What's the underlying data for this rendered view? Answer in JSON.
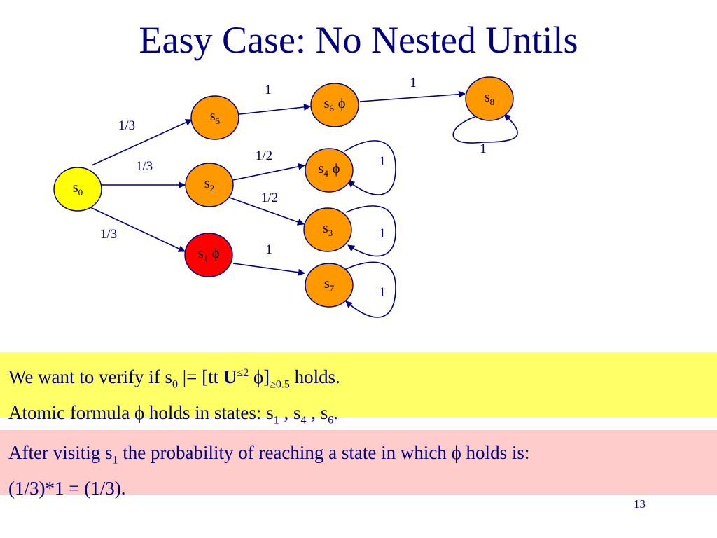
{
  "title": "Easy Case: No Nested Untils",
  "graph": {
    "colors": {
      "orange": "#ff9900",
      "yellow": "#ffff00",
      "red": "#ff0000",
      "edge": "#000080",
      "label": "#000080"
    },
    "nodes": [
      {
        "id": "s0",
        "base": "s",
        "sub": "0",
        "phi": false,
        "color": "yellow"
      },
      {
        "id": "s5",
        "base": "s",
        "sub": "5",
        "phi": false,
        "color": "orange"
      },
      {
        "id": "s6",
        "base": "s",
        "sub": "6",
        "phi": true,
        "color": "orange"
      },
      {
        "id": "s8",
        "base": "s",
        "sub": "8",
        "phi": false,
        "color": "orange"
      },
      {
        "id": "s2",
        "base": "s",
        "sub": "2",
        "phi": false,
        "color": "orange"
      },
      {
        "id": "s4",
        "base": "s",
        "sub": "4",
        "phi": true,
        "color": "orange"
      },
      {
        "id": "s3",
        "base": "s",
        "sub": "3",
        "phi": false,
        "color": "orange"
      },
      {
        "id": "s1",
        "base": "s",
        "sub": "1",
        "phi": true,
        "color": "red"
      },
      {
        "id": "s7",
        "base": "s",
        "sub": "7",
        "phi": false,
        "color": "orange"
      }
    ],
    "edges": [
      {
        "from": "s0",
        "to": "s5",
        "label": "1/3"
      },
      {
        "from": "s0",
        "to": "s2",
        "label": "1/3"
      },
      {
        "from": "s0",
        "to": "s1",
        "label": "1/3"
      },
      {
        "from": "s5",
        "to": "s6",
        "label": "1"
      },
      {
        "from": "s6",
        "to": "s8",
        "label": "1"
      },
      {
        "from": "s2",
        "to": "s4",
        "label": "1/2"
      },
      {
        "from": "s2",
        "to": "s3",
        "label": "1/2"
      },
      {
        "from": "s1",
        "to": "s7",
        "label": "1"
      },
      {
        "from": "s8",
        "to": "s8",
        "label": "1"
      },
      {
        "from": "s4",
        "to": "s4",
        "label": "1"
      },
      {
        "from": "s3",
        "to": "s3",
        "label": "1"
      },
      {
        "from": "s7",
        "to": "s7",
        "label": "1"
      }
    ],
    "phi_symbol": "ϕ"
  },
  "box1": {
    "l1_a": "We want to verify if   s",
    "l1_sub0": "0",
    "l1_b": " |= [tt ",
    "l1_U": "U",
    "l1_sup": "≤2",
    "l1_c": " ϕ]",
    "l1_sub": "≥0.5",
    "l1_d": "  holds.",
    "l2_a": " Atomic formula ϕ holds in states: s",
    "l2_sub1": "1",
    "l2_b": " , s",
    "l2_sub4": "4",
    "l2_c": " , s",
    "l2_sub6": "6",
    "l2_d": "."
  },
  "box2": {
    "l1_a": "After visitig s",
    "l1_sub": "1",
    "l1_b": " the probability of reaching a state in which ϕ holds is:",
    "l2": "(1/3)*1 = (1/3)."
  },
  "page_number": "13"
}
